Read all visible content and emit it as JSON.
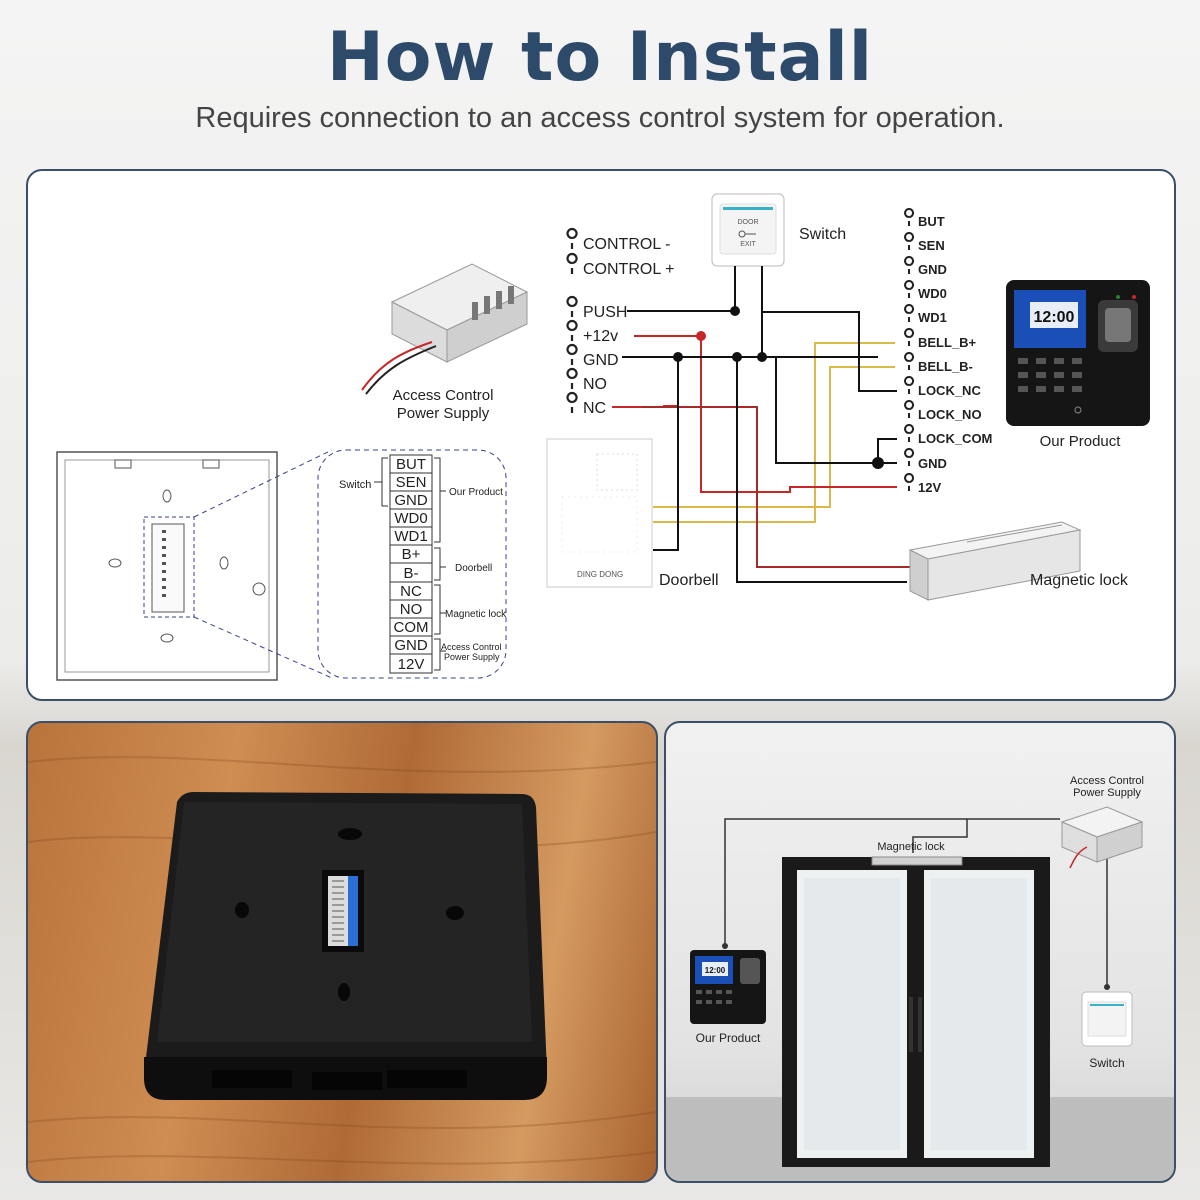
{
  "header": {
    "title": "How to Install",
    "subtitle": "Requires connection to an access control system for operation."
  },
  "wiring": {
    "power_supply_label_1": "Access Control",
    "power_supply_label_2": "Power Supply",
    "switch_label": "Switch",
    "switch_face_1": "DOOR",
    "switch_face_2": "EXIT",
    "doorbell_label": "Doorbell",
    "doorbell_code": "DING DONG",
    "magnetic_lock_label": "Magnetic lock",
    "product_label": "Our Product",
    "device_clock": "12:00",
    "left_terminals": [
      "CONTROL -",
      "CONTROL +",
      "PUSH",
      "+12v",
      "GND",
      "NO",
      "NC"
    ],
    "right_terminals": [
      "BUT",
      "SEN",
      "GND",
      "WD0",
      "WD1",
      "BELL_B+",
      "BELL_B-",
      "LOCK_NC",
      "LOCK_NO",
      "LOCK_COM",
      "GND",
      "12V"
    ],
    "colors": {
      "red_wire": "#c62828",
      "yellow_wire": "#d9b94a",
      "black_wire": "#111111",
      "frame": "#3b4f68"
    }
  },
  "backplate": {
    "pins": [
      "BUT",
      "SEN",
      "GND",
      "WD0",
      "WD1",
      "B+",
      "B-",
      "NC",
      "NO",
      "COM",
      "GND",
      "12V"
    ],
    "group_switch": "Switch",
    "group_product": "Our Product",
    "group_doorbell": "Doorbell",
    "group_magnetic_lock": "Magnetic lock",
    "group_power_1": "Access Control",
    "group_power_2": "Power Supply"
  },
  "installation": {
    "power_supply_1": "Access Control",
    "power_supply_2": "Power Supply",
    "magnetic_lock": "Magnetic lock",
    "product": "Our Product",
    "switch": "Switch",
    "device_clock": "12:00"
  }
}
